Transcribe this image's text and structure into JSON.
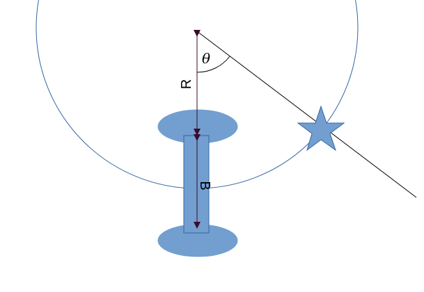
{
  "labels": {
    "radius": "R",
    "angle": "θ",
    "length": "B"
  },
  "colors": {
    "circle_stroke": "#3465a4",
    "shape_fill": "#729fcf",
    "shape_stroke": "#3465a4",
    "arrow": "#3b0a2e",
    "line": "#000000",
    "background": "#ffffff"
  }
}
